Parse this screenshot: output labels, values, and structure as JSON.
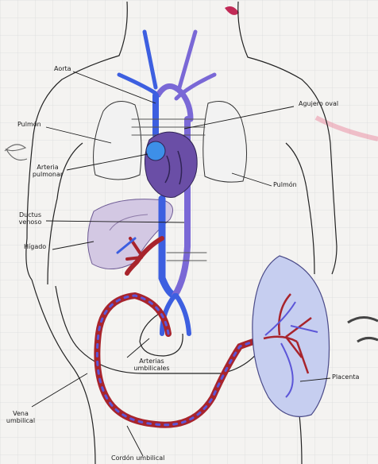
{
  "labels": {
    "aorta": "Aorta",
    "agujero_oval": "Agujero oval",
    "pulmon_left": "Pulmón",
    "arteria_pulmonar": "Arteria pulmonar",
    "pulmon_right": "Pulmón",
    "ductus_venoso": "Ductus venoso",
    "higado": "Hígado",
    "arterias_umbilicales": "Arterias umbilicales",
    "placenta": "Placenta",
    "vena_umbilical": "Vena umbilical",
    "cordon_umbilical": "Cordón umbilical"
  },
  "colors": {
    "vein_blue": "#3d5fe0",
    "artery_purple": "#7a68d6",
    "heart": "#6a4ea6",
    "blood_red": "#a8242c",
    "placenta_fill": "#c6cef0",
    "liver_fill": "#d3c8e3",
    "accent_pink": "#e55b7a"
  }
}
